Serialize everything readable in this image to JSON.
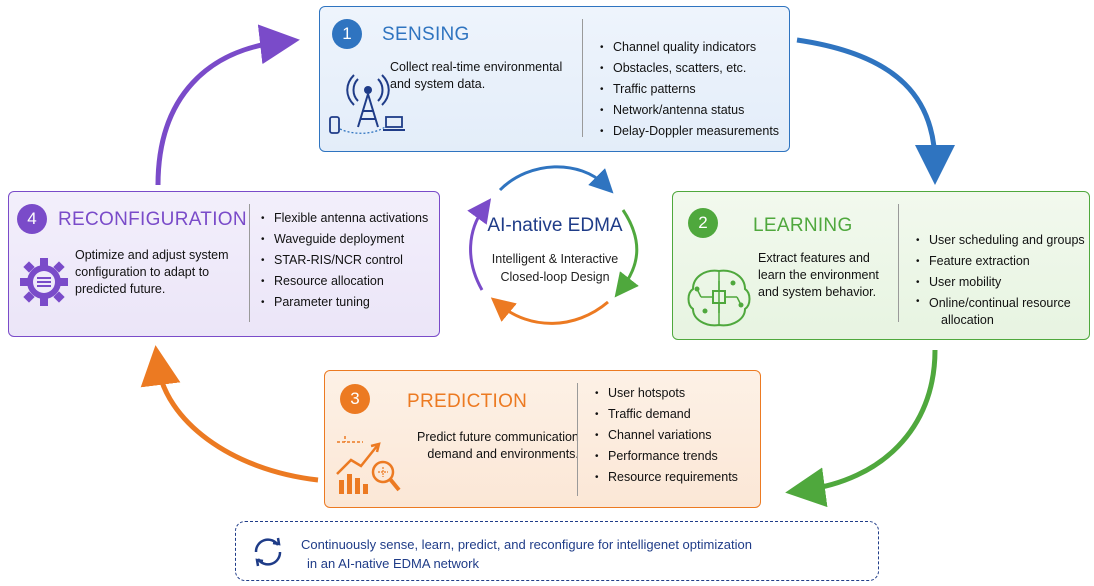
{
  "center": {
    "title": "AI-native EDMA",
    "subtitle_line1": "Intelligent & Interactive",
    "subtitle_line2": "Closed-loop Design"
  },
  "stages": {
    "sensing": {
      "number": "1",
      "title": "SENSING",
      "desc_line1": "Collect real-time environmental",
      "desc_line2": "and system data.",
      "bullets": [
        "Channel quality indicators",
        "Obstacles, scatters, etc.",
        "Traffic patterns",
        "Network/antenna status",
        "Delay-Doppler measurements"
      ],
      "color": "#2f74c0",
      "icon": "antenna-tower-icon"
    },
    "learning": {
      "number": "2",
      "title": "LEARNING",
      "desc_line1": "Extract features and",
      "desc_line2": "learn the environment",
      "desc_line3": "and system behavior.",
      "bullets": [
        "User scheduling and groups",
        "Feature extraction",
        "User mobility",
        "Online/continual resource"
      ],
      "bullet_cont": "allocation",
      "color": "#4fa83d",
      "icon": "brain-chip-icon"
    },
    "prediction": {
      "number": "3",
      "title": "PREDICTION",
      "desc_line1": "Predict future communication",
      "desc_line2": "demand and environments.",
      "bullets": [
        "User hotspots",
        "Traffic demand",
        "Channel variations",
        "Performance trends",
        "Resource requirements"
      ],
      "color": "#ec7a22",
      "icon": "trend-analysis-icon"
    },
    "reconfiguration": {
      "number": "4",
      "title": "RECONFIGURATION",
      "desc_line1": "Optimize and adjust system",
      "desc_line2": "configuration to adapt to",
      "desc_line3": "predicted future.",
      "bullets": [
        "Flexible antenna activations",
        "Waveguide deployment",
        "STAR-RIS/NCR control",
        "Resource allocation",
        "Parameter tuning"
      ],
      "color": "#7a4bc9",
      "icon": "gear-settings-icon"
    }
  },
  "footer": {
    "line1": "Continuously sense, learn, predict, and reconfigure for intelligenet optimization",
    "line2": "in an AI-native EDMA network",
    "icon": "cycle-arrows-icon"
  }
}
